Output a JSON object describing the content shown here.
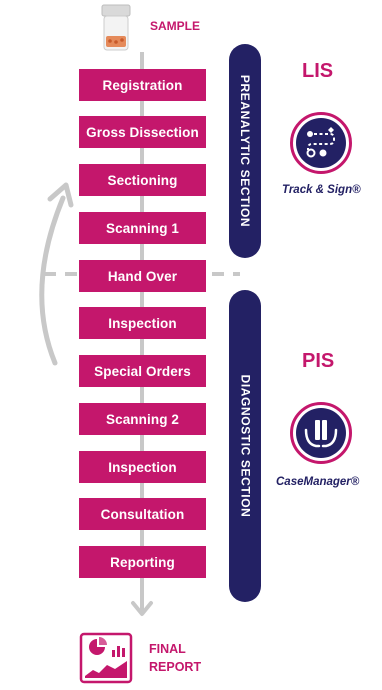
{
  "sample": {
    "label": "SAMPLE",
    "icon": "sample-jar-icon"
  },
  "steps": [
    "Registration",
    "Gross Dissection",
    "Sectioning",
    "Scanning 1",
    "Hand Over",
    "Inspection",
    "Special Orders",
    "Scanning 2",
    "Inspection",
    "Consultation",
    "Reporting"
  ],
  "sections": {
    "preanalytic": "PREANALYTIC SECTION",
    "diagnostic": "DIAGNOSTIC SECTION"
  },
  "lis": {
    "title": "LIS",
    "product": "Track & Sign®",
    "icon": "track-and-sign-icon"
  },
  "pis": {
    "title": "PIS",
    "product": "CaseManager®",
    "icon": "case-manager-icon"
  },
  "final_report": {
    "line1": "FINAL",
    "line2": "REPORT",
    "icon": "report-icon"
  },
  "colors": {
    "magenta": "#c4176c",
    "navy": "#232164",
    "gray": "#c8c8c8"
  }
}
